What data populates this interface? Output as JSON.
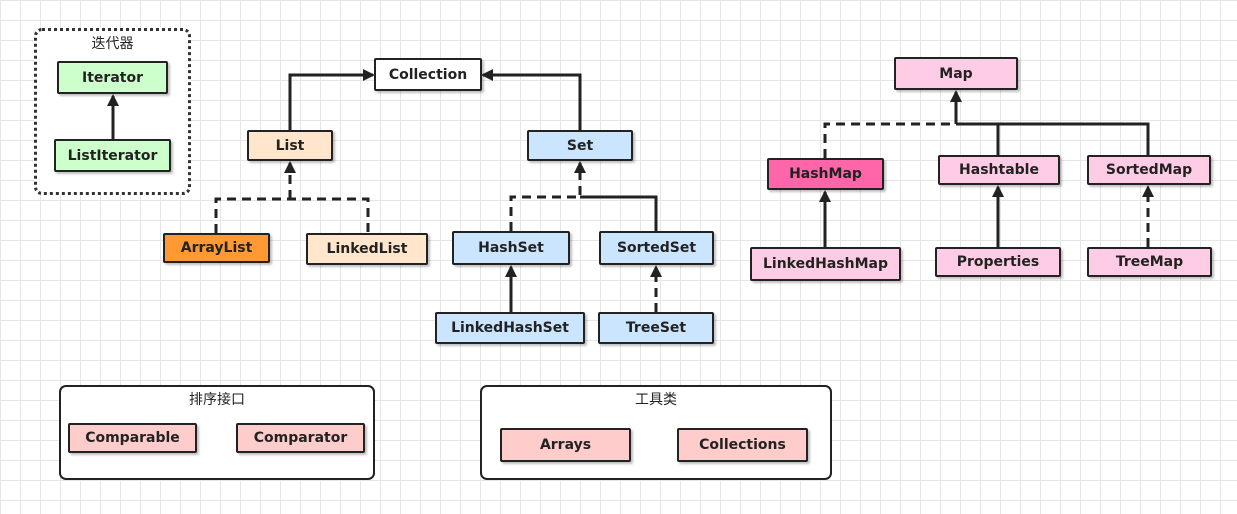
{
  "groups": {
    "iterator": {
      "title": "迭代器"
    },
    "sort": {
      "title": "排序接口"
    },
    "tools": {
      "title": "工具类"
    }
  },
  "nodes": {
    "iterator": "Iterator",
    "list_iterator": "ListIterator",
    "collection": "Collection",
    "list": "List",
    "set": "Set",
    "array_list": "ArrayList",
    "linked_list": "LinkedList",
    "hash_set": "HashSet",
    "sorted_set": "SortedSet",
    "linked_hash_set": "LinkedHashSet",
    "tree_set": "TreeSet",
    "map": "Map",
    "hash_map": "HashMap",
    "hashtable": "Hashtable",
    "sorted_map": "SortedMap",
    "linked_hash_map": "LinkedHashMap",
    "properties": "Properties",
    "tree_map": "TreeMap",
    "comparable": "Comparable",
    "comparator": "Comparator",
    "arrays": "Arrays",
    "collections": "Collections"
  },
  "colors": {
    "iterator_fill": "#ccffcc",
    "collection_fill": "#ffffff",
    "list_fill": "#ffe6cc",
    "array_list_fill": "#ff9933",
    "set_fill": "#cce5ff",
    "map_fill": "#ffcce6",
    "hash_map_fill": "#ff66aa",
    "util_fill": "#ffcccc",
    "line": "#222222"
  }
}
